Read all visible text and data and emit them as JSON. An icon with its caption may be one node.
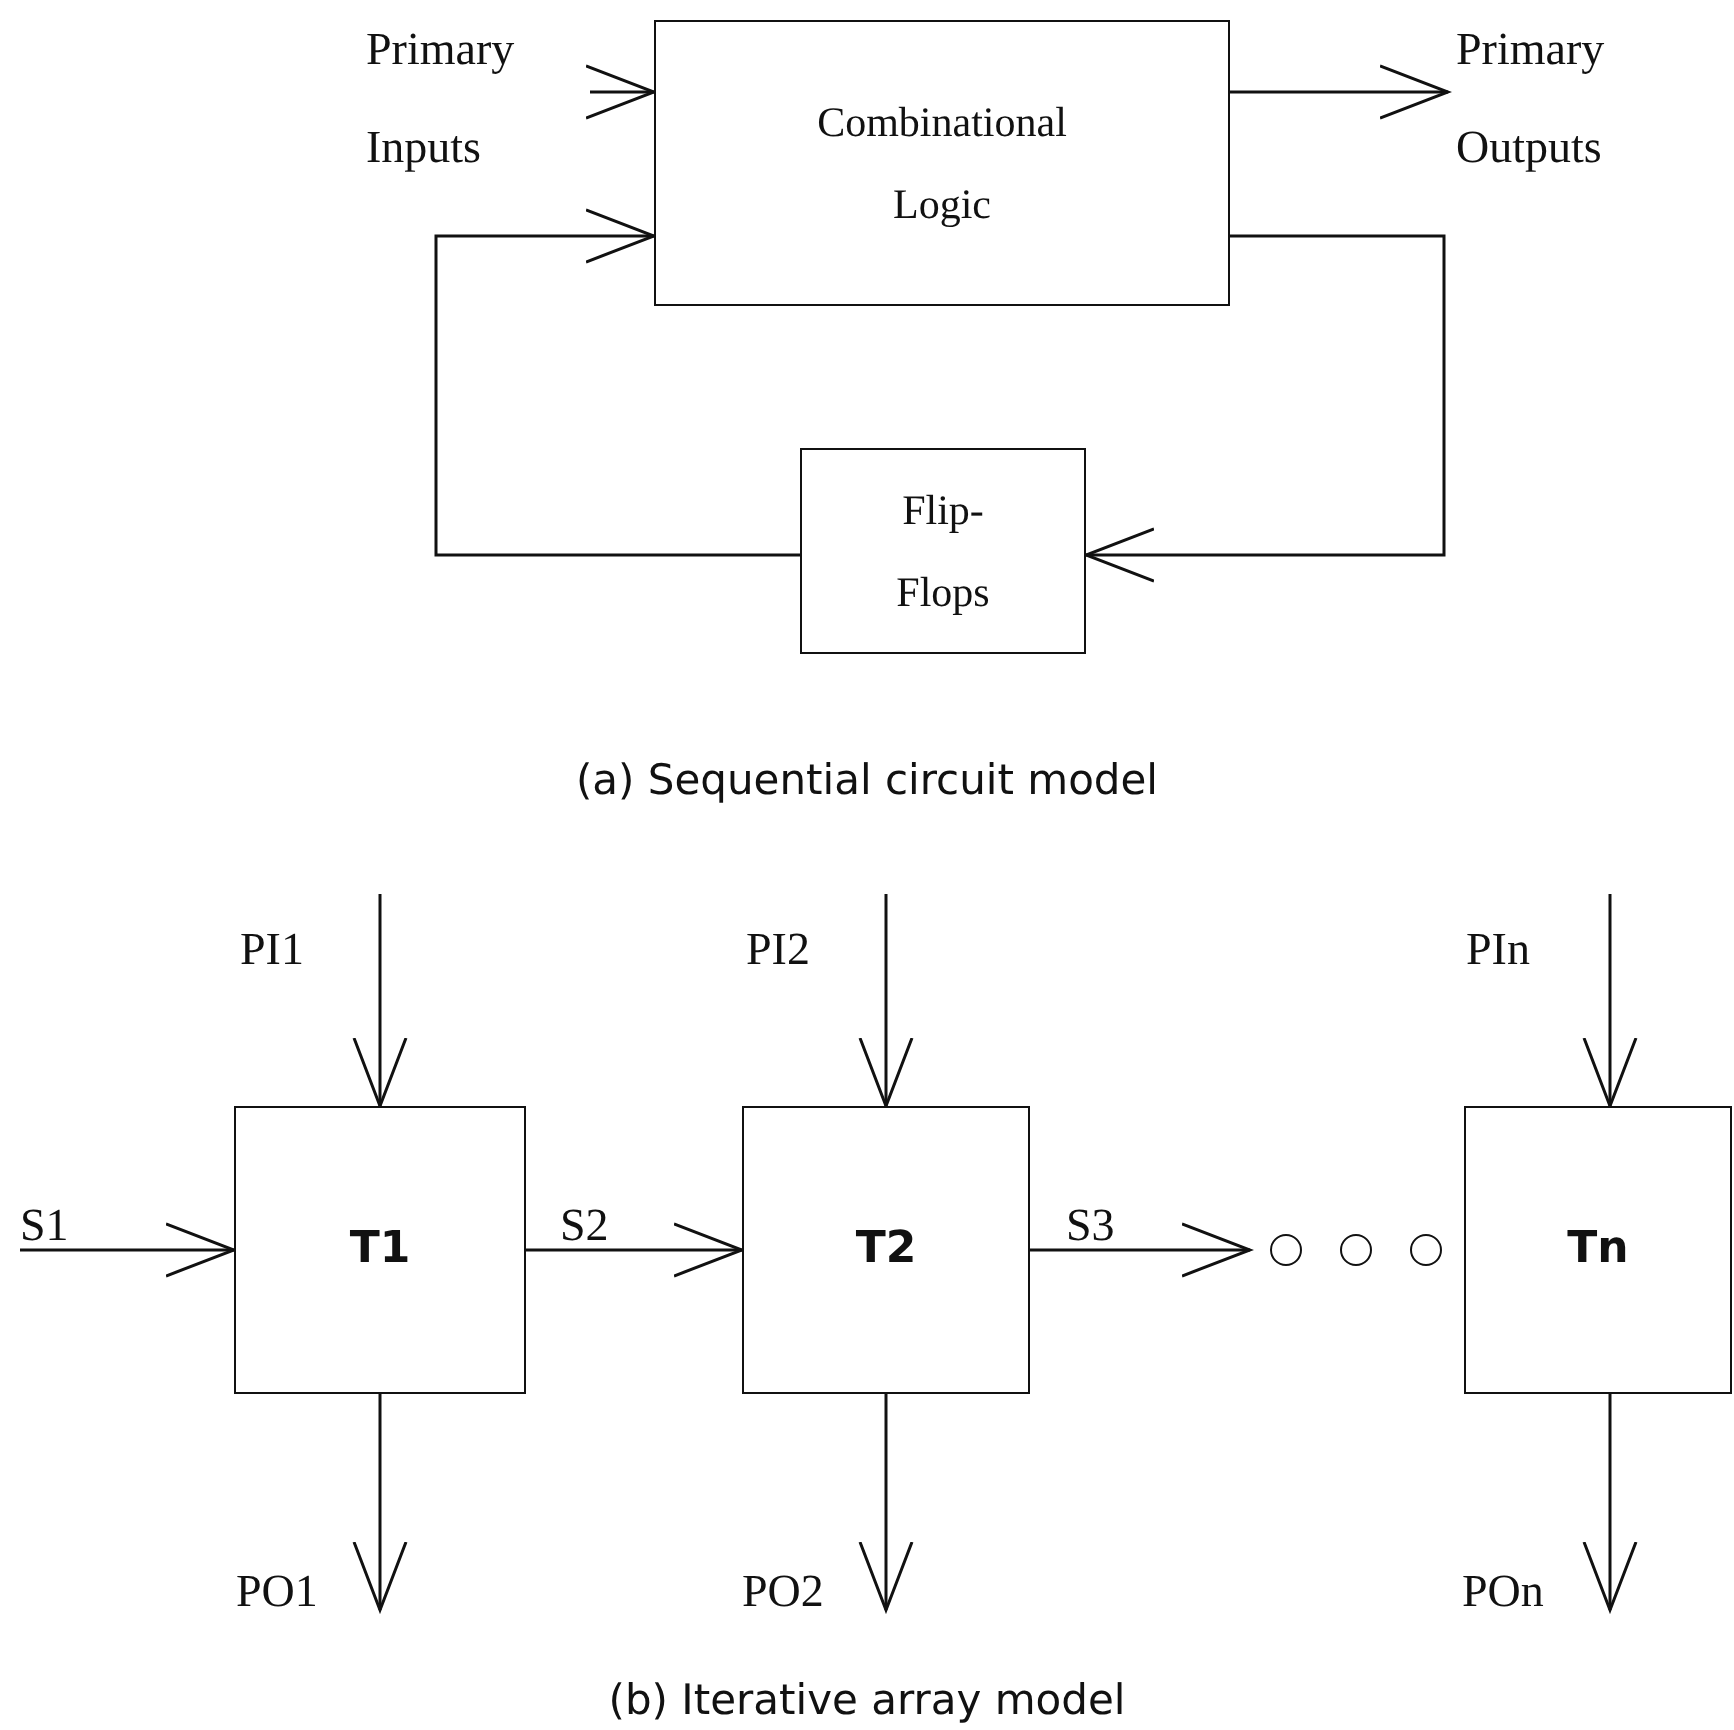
{
  "diagram": {
    "nodes": [
      {
        "text": [
          "Combinational Logic"
        ]
      },
      {
        "text": [
          "Flip- Flops"
        ]
      },
      {
        "text": [
          "Primary Inputs"
        ]
      },
      {
        "text": [
          "Primary Outputs"
        ]
      },
      {
        "text": [
          "T1"
        ]
      },
      {
        "text": [
          "T2"
        ]
      },
      {
        "text": [
          "Tn"
        ]
      },
      {
        "text": [],
        "shape": "circle"
      },
      {
        "text": [],
        "shape": "circle"
      },
      {
        "text": [],
        "shape": "circle"
      }
    ],
    "edges": [
      {
        "from": 2,
        "to": 0,
        "arrow": "to"
      },
      {
        "from": 0,
        "to": 3,
        "arrow": "to"
      },
      {
        "from": 0,
        "to": 1,
        "arrow": "to"
      },
      {
        "from": 1,
        "to": 0,
        "arrow": "to"
      },
      {
        "from": null,
        "to": 4,
        "arrow": "to",
        "label": "PI1"
      },
      {
        "from": 4,
        "to": null,
        "arrow": "to",
        "label": "PO1"
      },
      {
        "from": null,
        "to": 4,
        "arrow": "to",
        "label": "S1"
      },
      {
        "from": 4,
        "to": 5,
        "arrow": "to",
        "label": "S2"
      },
      {
        "from": null,
        "to": 5,
        "arrow": "to",
        "label": "PI2"
      },
      {
        "from": 5,
        "to": null,
        "arrow": "to",
        "label": "PO2"
      },
      {
        "from": 5,
        "to": 7,
        "arrow": "to",
        "label": "S3"
      },
      {
        "from": null,
        "to": 6,
        "arrow": "to",
        "label": "PIn"
      },
      {
        "from": 6,
        "to": null,
        "arrow": "to",
        "label": "POn"
      }
    ],
    "labels": [
      "(a) Sequential circuit model",
      "(b) Iterative array model"
    ]
  }
}
